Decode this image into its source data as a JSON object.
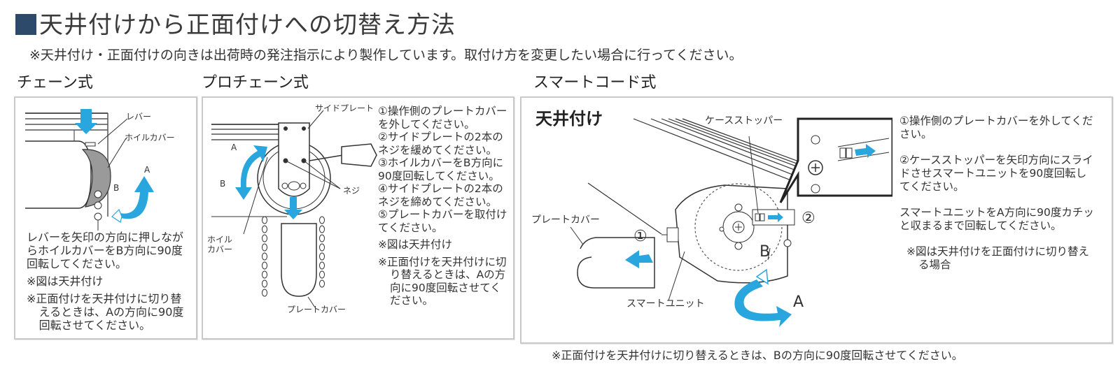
{
  "page": {
    "title": "天井付けから正面付けへの切替え方法",
    "title_marker_color": "#2e4a6b",
    "top_note": "※天井付け・正面付けの向きは出荷時の発注指示により製作しています。取付け方を変更したい場合に行ってください。",
    "bottom_note": "※正面付けを天井付けに切り替えるときは、Bの方向に90度回転させてください。",
    "accent_color": "#2aa6de"
  },
  "sections": {
    "chain": {
      "heading": "チェーン式",
      "labels": {
        "lever": "レバー",
        "wheel_cover": "ホイルカバー",
        "a": "A",
        "b": "B"
      },
      "description": "レバーを矢印の方向に押しながらホイルカバーをB方向に90度回転してください。",
      "note1": "※図は天井付け",
      "note2": "※正面付けを天井付けに切り替えるときは、Aの方向に90度回転させてください。"
    },
    "prochain": {
      "heading": "プロチェーン式",
      "labels": {
        "side_plate": "サイドプレート",
        "screw": "ネジ",
        "wheel_cover": "ホイル\nカバー",
        "wheel_cover_l1": "ホイル",
        "wheel_cover_l2": "カバー",
        "plate_cover": "プレートカバー",
        "a": "A",
        "b": "B"
      },
      "steps": [
        "①操作側のプレートカバーを外してください。",
        "②サイドプレートの2本のネジを緩めてください。",
        "③ホイルカバーをB方向に90度回転してください。",
        "④サイドプレートの2本のネジを締めてください。",
        "⑤プレートカバーを取付けてください。"
      ],
      "note1": "※図は天井付け",
      "note2": "※正面付けを天井付けに切り替えるときは、Aの方向に90度回転させてください。"
    },
    "smartcord": {
      "heading": "スマートコード式",
      "diagram_title": "天井付け",
      "labels": {
        "case_stopper": "ケースストッパー",
        "plate_cover": "プレートカバー",
        "smart_unit": "スマートユニット",
        "circle1": "①",
        "circle2": "②",
        "a": "A",
        "b": "B"
      },
      "steps": [
        "①操作側のプレートカバーを外してください。",
        "②ケースストッパーを矢印方向にスライドさせスマートユニットを90度回転してください。",
        "スマートユニットをA方向に90度カチッと収まるまで回転してください。"
      ],
      "note": "※図は天井付けを正面付けに切り替える場合"
    }
  }
}
